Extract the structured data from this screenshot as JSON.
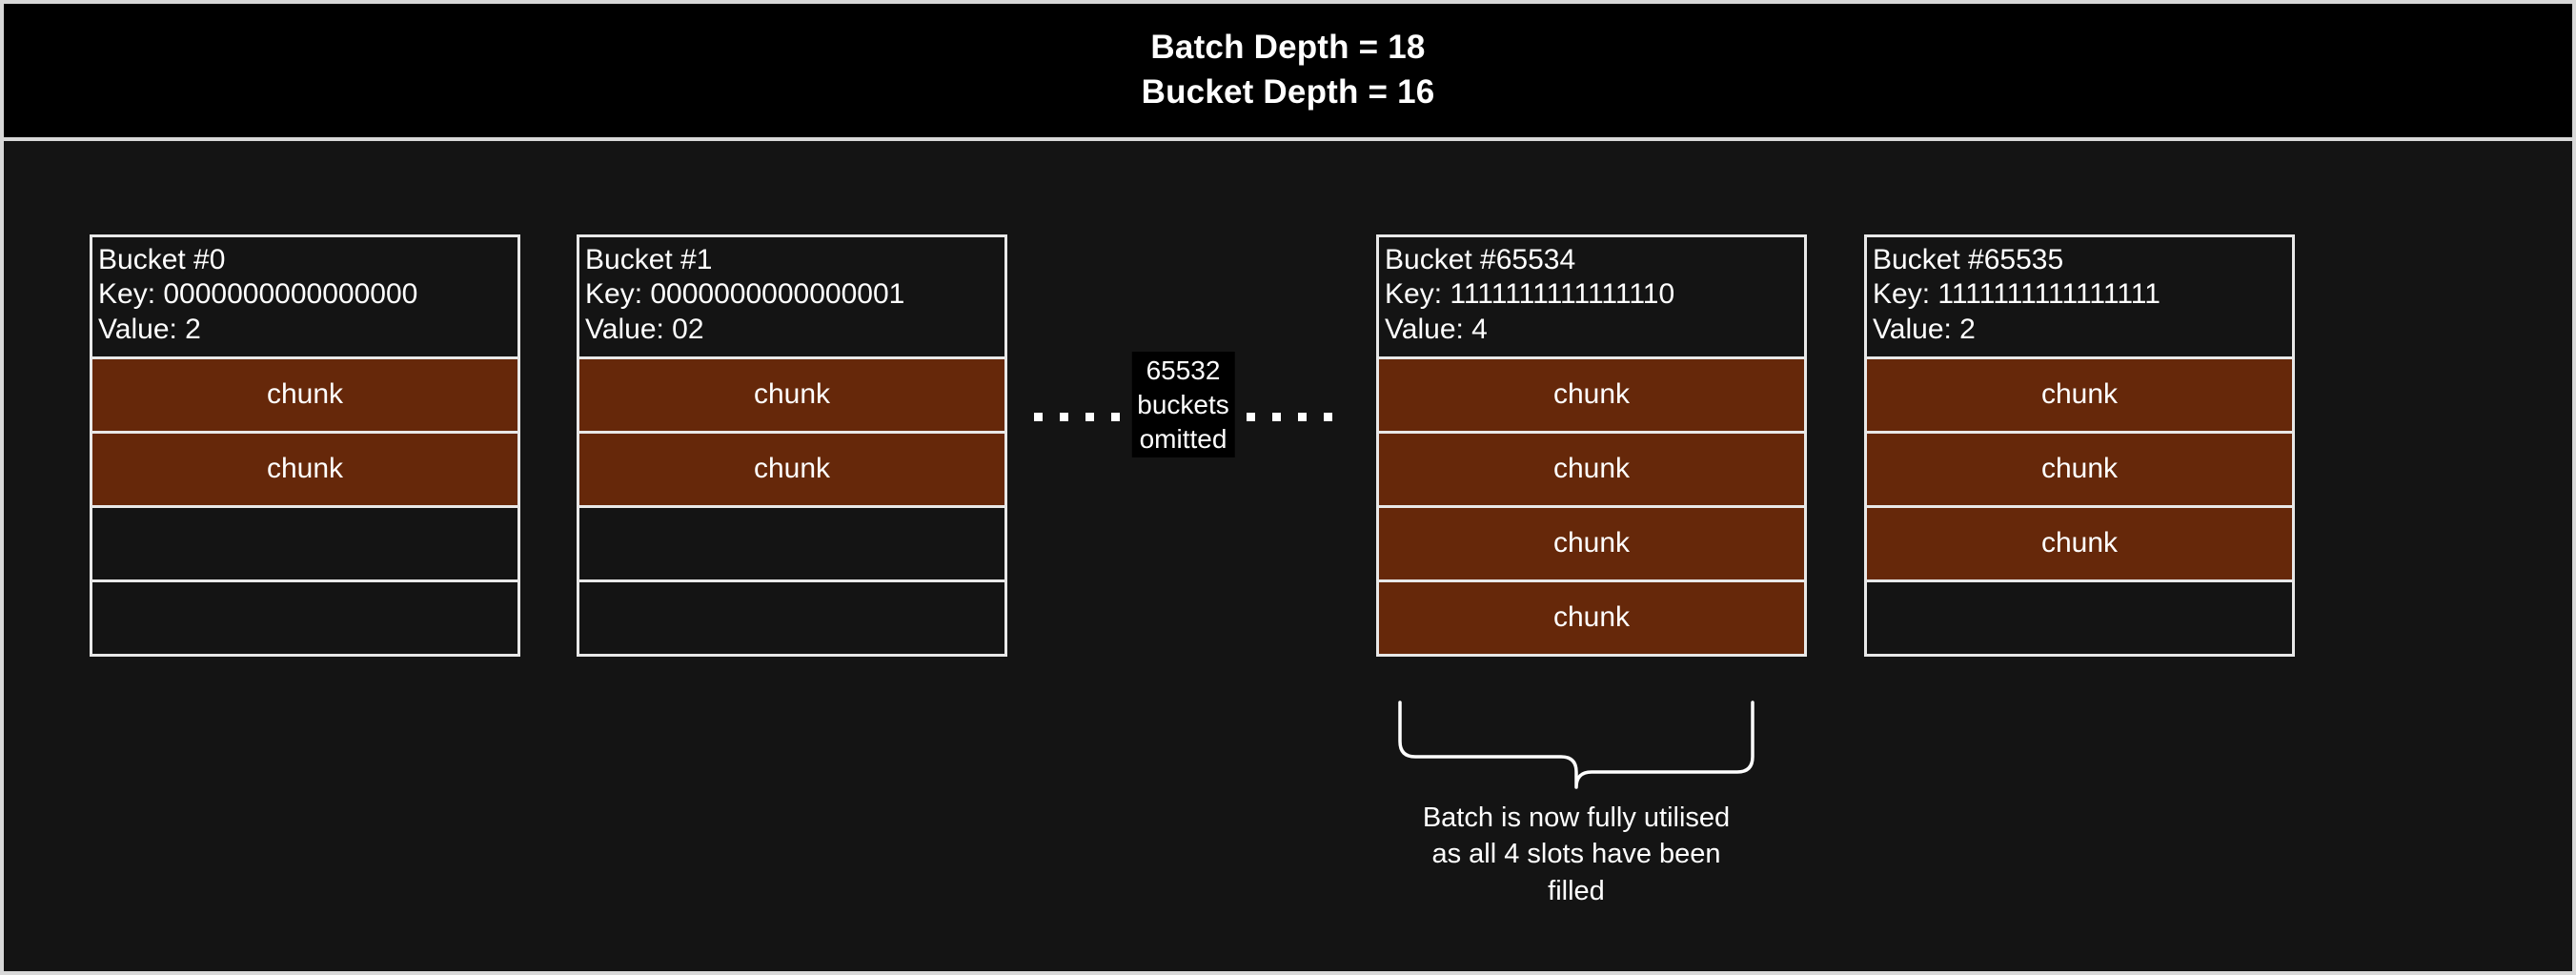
{
  "header": {
    "line1": "Batch Depth = 18",
    "line2": "Bucket Depth = 16"
  },
  "buckets": [
    {
      "title": "Bucket #0",
      "key_line": "Key: 0000000000000000",
      "value_line": "Value: 2",
      "slots": [
        {
          "label": "chunk",
          "filled": true
        },
        {
          "label": "chunk",
          "filled": true
        },
        {
          "label": "",
          "filled": false
        },
        {
          "label": "",
          "filled": false
        }
      ]
    },
    {
      "title": "Bucket #1",
      "key_line": "Key: 0000000000000001",
      "value_line": "Value: 02",
      "slots": [
        {
          "label": "chunk",
          "filled": true
        },
        {
          "label": "chunk",
          "filled": true
        },
        {
          "label": "",
          "filled": false
        },
        {
          "label": "",
          "filled": false
        }
      ]
    },
    {
      "title": "Bucket #65534",
      "key_line": "Key: 1111111111111110",
      "value_line": "Value: 4",
      "slots": [
        {
          "label": "chunk",
          "filled": true
        },
        {
          "label": "chunk",
          "filled": true
        },
        {
          "label": "chunk",
          "filled": true
        },
        {
          "label": "chunk",
          "filled": true
        }
      ]
    },
    {
      "title": "Bucket #65535",
      "key_line": "Key: 1111111111111111",
      "value_line": "Value: 2",
      "slots": [
        {
          "label": "chunk",
          "filled": true
        },
        {
          "label": "chunk",
          "filled": true
        },
        {
          "label": "chunk",
          "filled": true
        },
        {
          "label": "",
          "filled": false
        }
      ]
    }
  ],
  "omitted": {
    "count": "65532",
    "word": "buckets",
    "state": "omitted"
  },
  "caption": {
    "line1": "Batch is now fully utilised",
    "line2": "as all 4 slots have been",
    "line3": "filled"
  },
  "colors": {
    "chunk_fill": "#66280a",
    "stroke": "#e8e8e8",
    "background": "#141414",
    "header_background": "#000000"
  }
}
